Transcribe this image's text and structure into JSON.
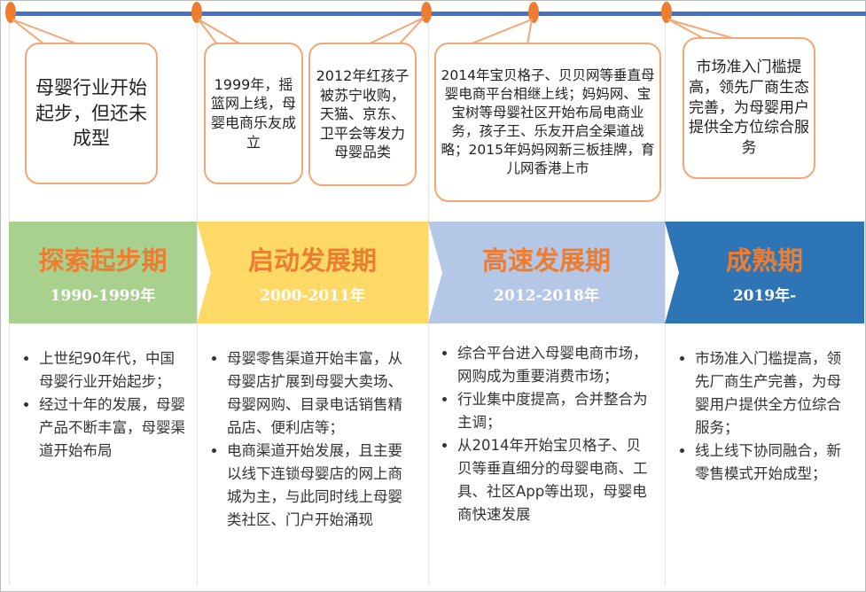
{
  "colors": {
    "timeline": "#4472c4",
    "dot": "#ed7d31",
    "callout_border": "#f4a774",
    "title": "#ed7d31",
    "stage1": "#a9d18e",
    "stage2": "#ffd966",
    "stage3": "#b4c7e7",
    "stage4": "#2e75b6"
  },
  "callouts": [
    "母婴行业开始起步，但还未成型",
    "1999年，摇篮网上线，母婴电商乐友成立",
    "2012年红孩子被苏宁收购，天猫、京东、卫平会等发力母婴品类",
    "2014年宝贝格子、贝贝网等垂直母婴电商平台相继上线；妈妈网、宝宝树等母婴社区开始布局电商业务，孩子王、乐友开启全渠道战略；2015年妈妈网新三板挂牌，育儿网香港上市",
    "市场准入门槛提高，领先厂商生态完善，为母婴用户提供全方位综合服务"
  ],
  "stages": [
    {
      "title": "探索起步期",
      "years": "1990-1999年",
      "bullets": [
        "上世纪90年代，中国母婴行业开始起步；",
        "经过十年的发展，母婴产品不断丰富，母婴渠道开始布局"
      ]
    },
    {
      "title": "启动发展期",
      "years": "2000-2011年",
      "bullets": [
        "母婴零售渠道开始丰富，从母婴店扩展到母婴大卖场、母婴网购、目录电话销售精品店、便利店等；",
        "电商渠道开始发展，且主要以线下连锁母婴店的网上商城为主，与此同时线上母婴类社区、门户开始涌现"
      ]
    },
    {
      "title": "高速发展期",
      "years": "2012-2018年",
      "bullets": [
        "综合平台进入母婴电商市场，网购成为重要消费市场；",
        "行业集中度提高，合并整合为主调；",
        "从2014年开始宝贝格子、贝贝等垂直细分的母婴电商、工具、社区App等出现，母婴电商快速发展"
      ]
    },
    {
      "title": "成熟期",
      "years": "2019年-",
      "bullets": [
        "市场准入门槛提高，领先厂商生产完善，为母婴用户提供全方位综合服务；",
        "线上线下协同融合，新零售模式开始成型；"
      ]
    }
  ]
}
